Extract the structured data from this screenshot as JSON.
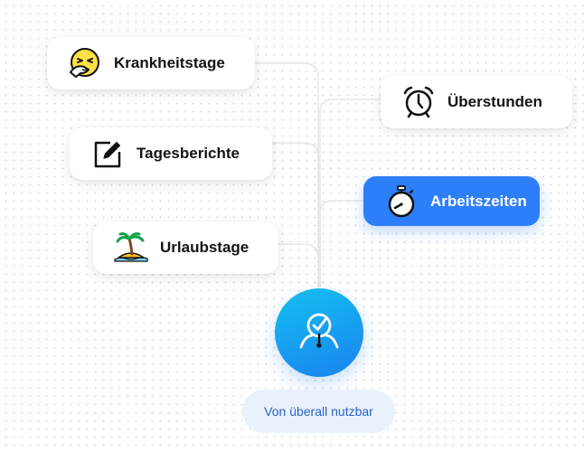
{
  "features": [
    {
      "label": "Krankheitstage",
      "icon": "sneezing-face-icon"
    },
    {
      "label": "Tagesberichte",
      "icon": "edit-note-icon"
    },
    {
      "label": "Urlaubstage",
      "icon": "palm-island-icon"
    },
    {
      "label": "Überstunden",
      "icon": "alarm-clock-icon"
    },
    {
      "label": "Arbeitszeiten",
      "icon": "stopwatch-icon",
      "active": true
    }
  ],
  "hub": {
    "icon": "user-clock-check-icon"
  },
  "footer_pill": {
    "label": "Von überall nutzbar"
  },
  "colors": {
    "accent": "#2d7ff9",
    "hub_gradient_start": "#14c0f0",
    "hub_gradient_end": "#1a82f0",
    "pill_background": "#e9f1fc",
    "pill_text": "#2a63c8",
    "emoji_yellow": "#fde047"
  }
}
